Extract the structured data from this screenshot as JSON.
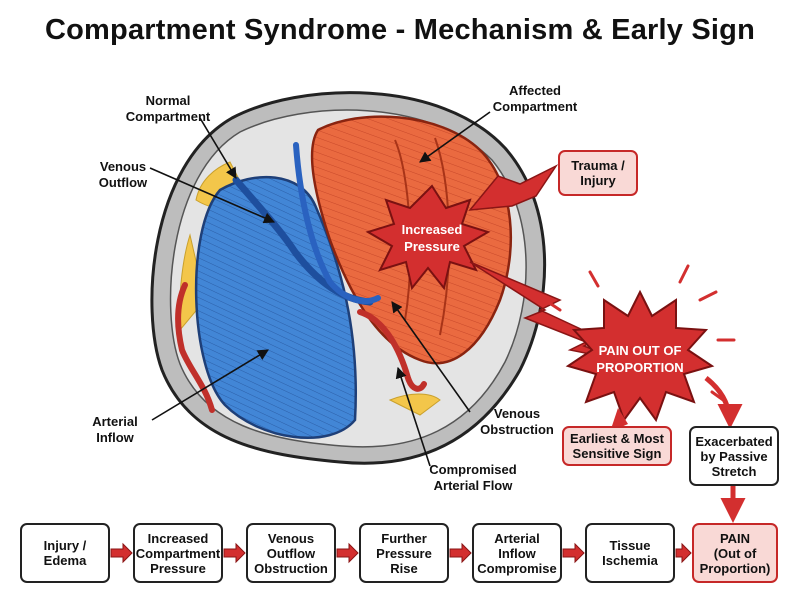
{
  "title": "Compartment Syndrome - Mechanism & Early Sign",
  "labels": {
    "normal_compartment": "Normal\nCompartment",
    "affected_compartment": "Affected\nCompartment",
    "venous_outflow": "Venous\nOutflow",
    "arterial_inflow": "Arterial\nInflow",
    "venous_obstruction": "Venous\nObstruction",
    "compromised_arterial_flow": "Compromised\nArterial Flow",
    "increased_pressure": "Increased\nPressure",
    "pain_out_of_proportion": "PAIN OUT OF\nPROPORTION"
  },
  "callouts": {
    "trauma": "Trauma /\nInjury",
    "earliest_sign": "Earliest & Most\nSensitive Sign",
    "passive_stretch": "Exacerbated\nby Passive\nStretch"
  },
  "flow": [
    "Injury /\nEdema",
    "Increased\nCompartment\nPressure",
    "Venous\nOutflow\nObstruction",
    "Further\nPressure\nRise",
    "Arterial\nInflow\nCompromise",
    "Tissue\nIschemia",
    "PAIN\n(Out of\nProportion)"
  ],
  "colors": {
    "normal_muscle": "#3f7fd0",
    "affected_muscle": "#e8643c",
    "vessel_vein": "#2a5fb8",
    "vessel_artery": "#c0302a",
    "alert_red": "#d32f2f",
    "callout_fill": "#f9d9d6"
  }
}
